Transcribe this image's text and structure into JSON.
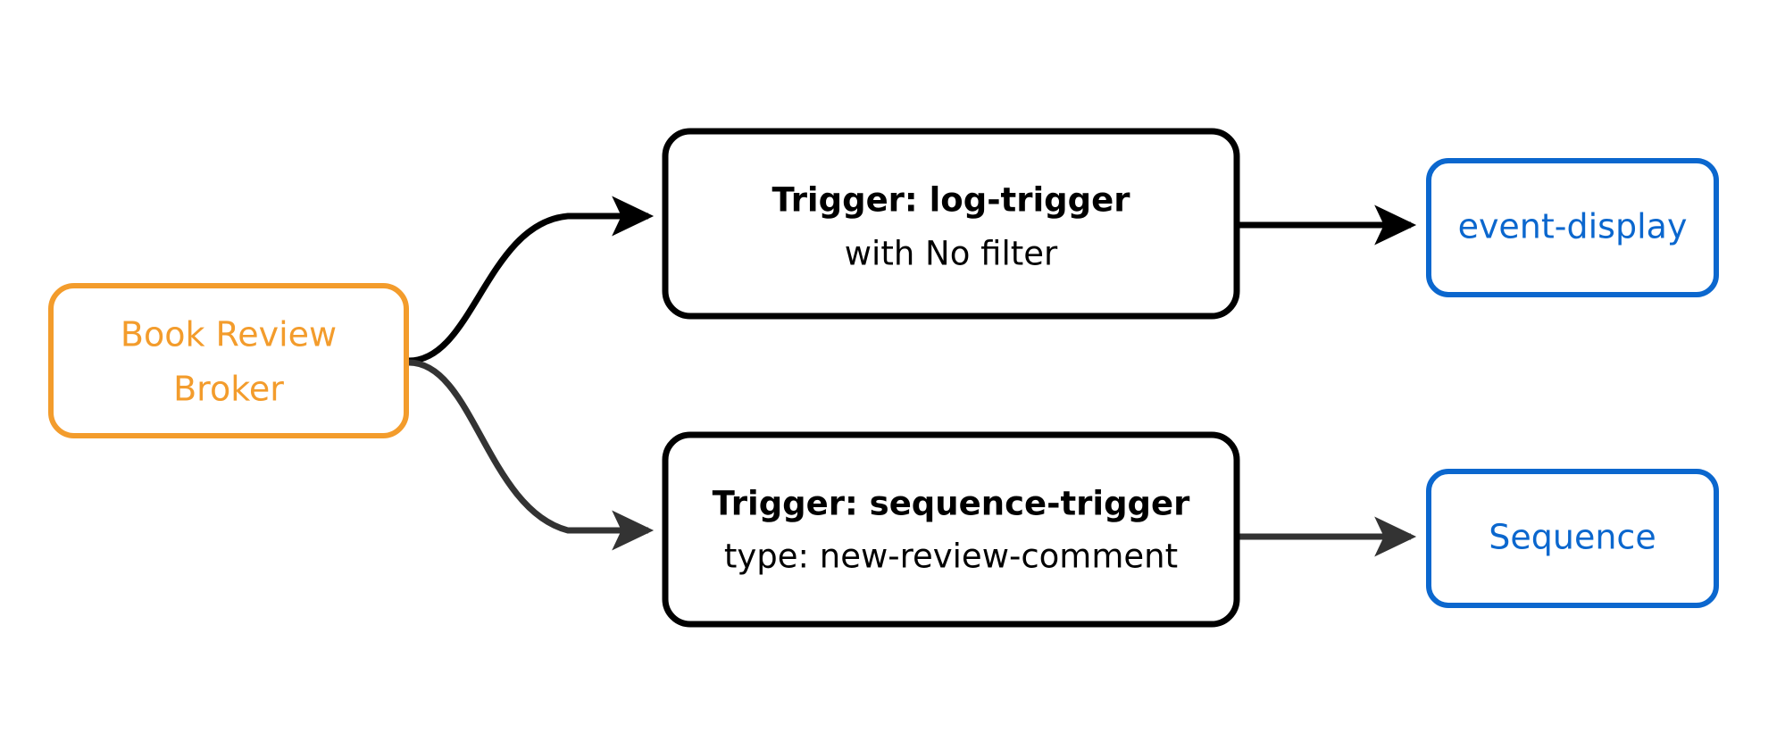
{
  "diagram": {
    "type": "flowchart",
    "direction": "left-to-right",
    "background": "#ffffff",
    "colors": {
      "broker_accent": "#F39C2C",
      "sink_accent": "#0B67CE",
      "trigger_accent": "#000000",
      "edge_primary": "#000000",
      "edge_secondary": "#333333"
    },
    "nodes": {
      "broker": {
        "id": "book-review-broker",
        "line1": "Book Review",
        "line2": "Broker",
        "shape": "rounded-rect",
        "color": "#F39C2C"
      },
      "trigger_log": {
        "id": "log-trigger",
        "title": "Trigger: log-trigger",
        "subtitle": "with No filter",
        "shape": "rounded-rect",
        "color": "#000000"
      },
      "trigger_sequence": {
        "id": "sequence-trigger",
        "title": "Trigger: sequence-trigger",
        "subtitle": "type: new-review-comment",
        "shape": "rounded-rect",
        "color": "#000000"
      },
      "sink_event_display": {
        "id": "event-display",
        "label": "event-display",
        "shape": "rounded-rect",
        "color": "#0B67CE"
      },
      "sink_sequence": {
        "id": "sequence",
        "label": "Sequence",
        "shape": "rounded-rect",
        "color": "#0B67CE"
      }
    },
    "edges": [
      {
        "id": "edge-broker-to-log-trigger",
        "from": "book-review-broker",
        "to": "log-trigger",
        "style": "curved",
        "arrow": "filled",
        "color": "#000000",
        "label": ""
      },
      {
        "id": "edge-broker-to-sequence-trigger",
        "from": "book-review-broker",
        "to": "sequence-trigger",
        "style": "curved",
        "arrow": "filled",
        "color": "#333333",
        "label": ""
      },
      {
        "id": "edge-log-trigger-to-event-display",
        "from": "log-trigger",
        "to": "event-display",
        "style": "straight",
        "arrow": "filled",
        "color": "#000000",
        "label": ""
      },
      {
        "id": "edge-sequence-trigger-to-sequence",
        "from": "sequence-trigger",
        "to": "sequence",
        "style": "straight",
        "arrow": "filled",
        "color": "#333333",
        "label": ""
      }
    ]
  }
}
